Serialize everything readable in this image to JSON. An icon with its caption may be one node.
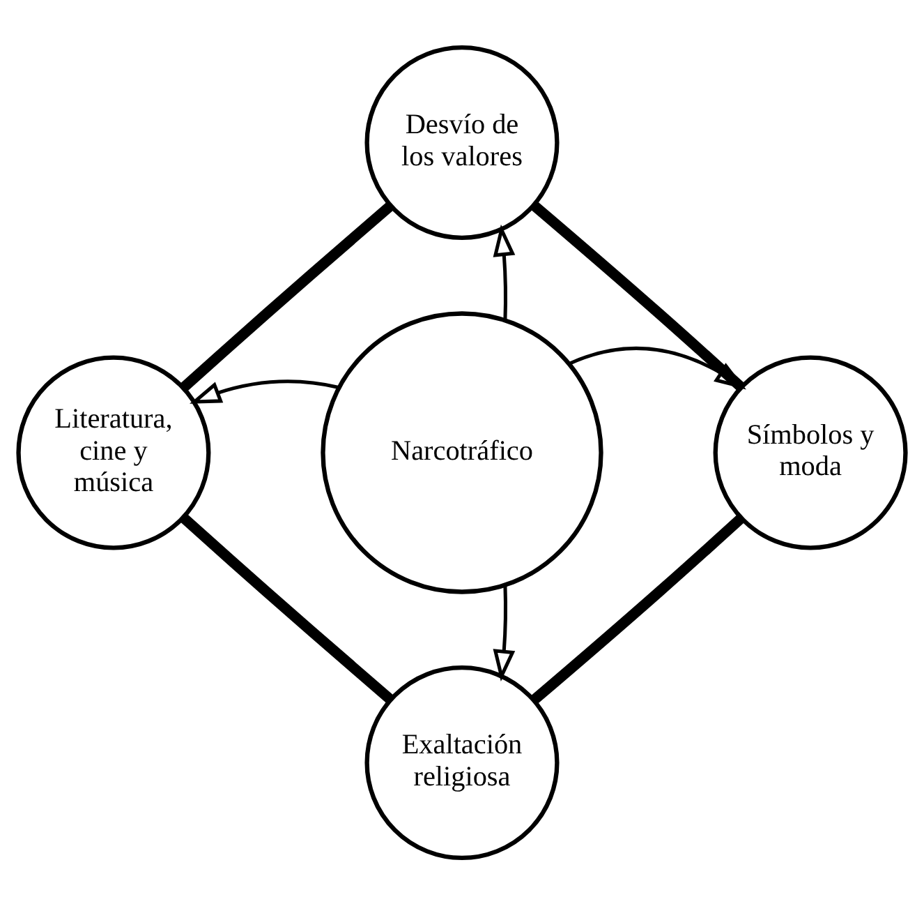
{
  "diagram": {
    "nodes": [
      {
        "text": [
          "Desvío de los valores"
        ]
      },
      {
        "text": [
          "Literatura, cine y música"
        ]
      },
      {
        "text": [
          "Narcotráfico"
        ]
      },
      {
        "text": [
          "Símbolos y moda"
        ]
      },
      {
        "text": [
          "Exaltación religiosa"
        ]
      }
    ],
    "edges": [
      {
        "from": 2,
        "to": 0,
        "arrow": "to"
      },
      {
        "from": 2,
        "to": 1,
        "arrow": "to"
      },
      {
        "from": 2,
        "to": 3,
        "arrow": "to"
      },
      {
        "from": 2,
        "to": 4,
        "arrow": "to"
      },
      {
        "from": 0,
        "to": 3,
        "arrow": "none",
        "style": "thick"
      },
      {
        "from": 3,
        "to": 4,
        "arrow": "none",
        "style": "thick"
      },
      {
        "from": 4,
        "to": 1,
        "arrow": "none",
        "style": "thick"
      },
      {
        "from": 1,
        "to": 0,
        "arrow": "none",
        "style": "thick"
      }
    ]
  }
}
